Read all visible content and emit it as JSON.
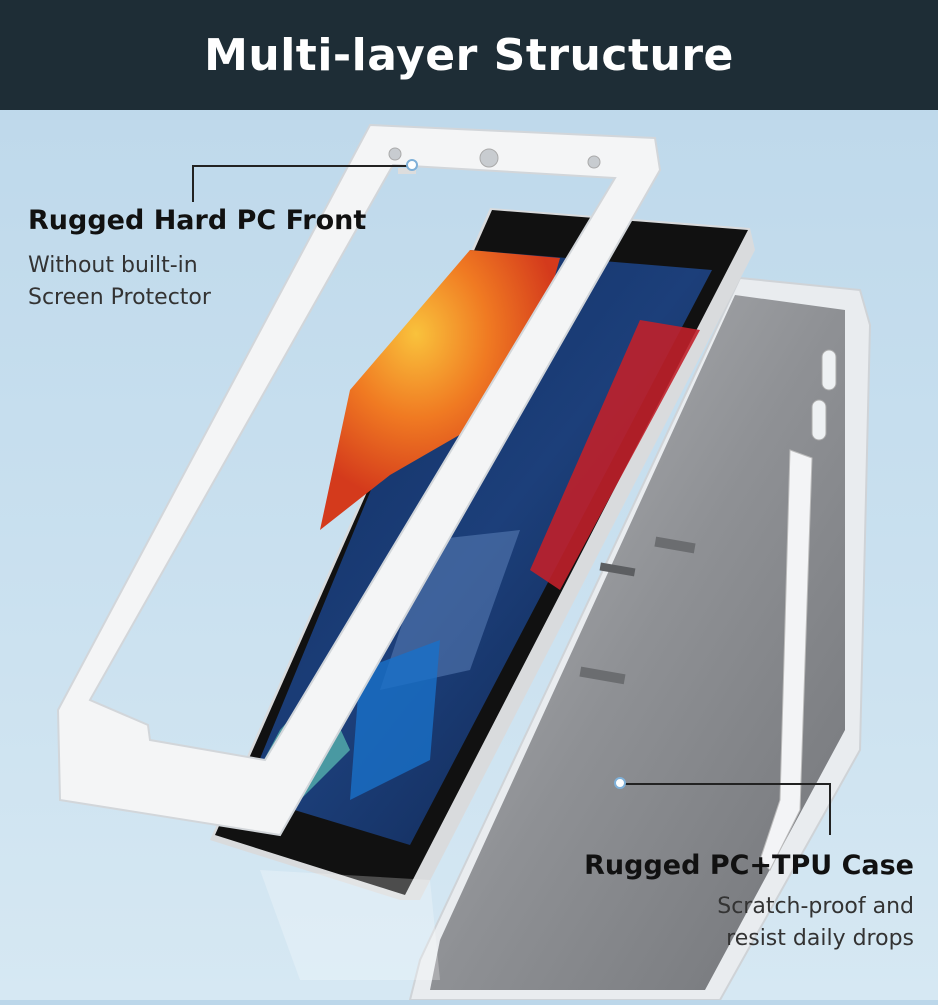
{
  "header": {
    "title": "Multi-layer Structure"
  },
  "callouts": {
    "front": {
      "title": "Rugged Hard PC Front",
      "desc_line1": "Without built-in",
      "desc_line2": "Screen Protector"
    },
    "case": {
      "title": "Rugged PC+TPU Case",
      "desc_line1": "Scratch-proof and",
      "desc_line2": "resist daily drops"
    }
  },
  "colors": {
    "header_bg": "#1e2d36",
    "background": "#c9e0ef",
    "frame": "#f4f5f6",
    "case": "#8d8f92"
  }
}
